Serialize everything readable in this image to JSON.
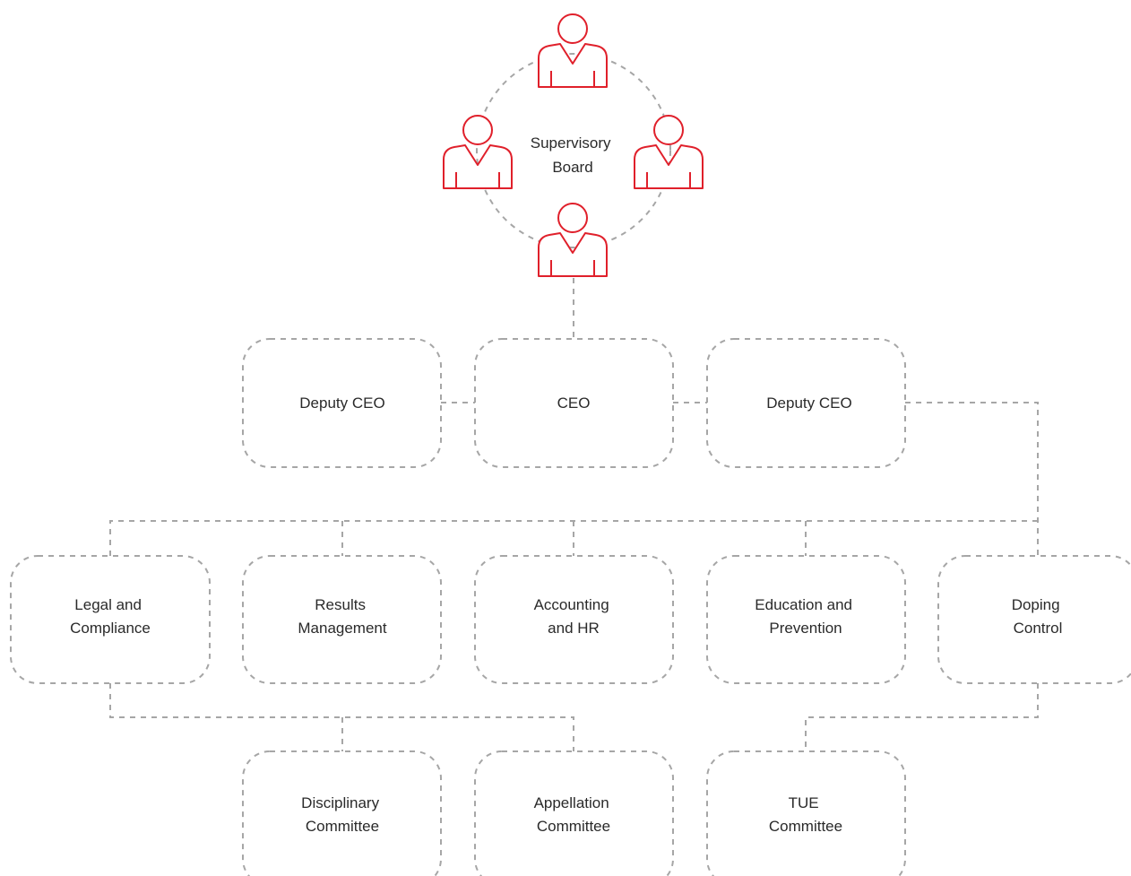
{
  "colors": {
    "connector": "#a6a6a6",
    "box_border": "#a6a6a6",
    "person_icon": "#e0202b",
    "text": "#2a2a2a",
    "background": "#ffffff"
  },
  "supervisory_board": {
    "label_line1": "Supervisory",
    "label_line2": "Board",
    "member_icon": "person-icon",
    "member_count": 4
  },
  "leadership": {
    "deputy_left": "Deputy CEO",
    "ceo": "CEO",
    "deputy_right": "Deputy CEO"
  },
  "departments": {
    "legal": {
      "line1": "Legal and",
      "line2": "Compliance"
    },
    "results": {
      "line1": "Results",
      "line2": "Management"
    },
    "accounting": {
      "line1": "Accounting",
      "line2": "and HR"
    },
    "education": {
      "line1": "Education and",
      "line2": "Prevention"
    },
    "doping": {
      "line1": "Doping",
      "line2": "Control"
    }
  },
  "committees": {
    "disciplinary": {
      "line1": "Disciplinary",
      "line2": "Committee"
    },
    "appellation": {
      "line1": "Appellation",
      "line2": "Committee"
    },
    "tue": {
      "line1": "TUE",
      "line2": "Committee"
    }
  }
}
